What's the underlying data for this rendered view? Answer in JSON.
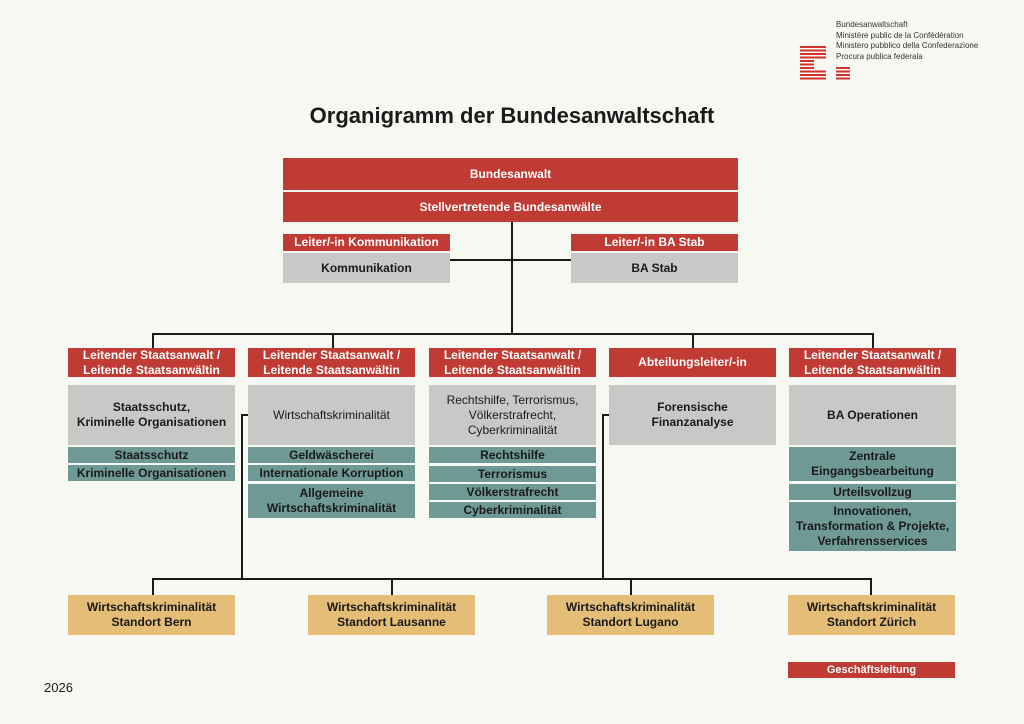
{
  "logo": {
    "lines": [
      "Bundesanwaltschaft",
      "Ministère public de la Confédération",
      "Ministero pubblico della Confederazione",
      "Procura publica federala"
    ]
  },
  "title": "Organigramm der Bundesanwaltschaft",
  "top": {
    "head": "Bundesanwalt",
    "deputies": "Stellvertretende Bundesanwälte"
  },
  "staff": [
    {
      "head": "Leiter/-in Kommunikation",
      "unit": "Kommunikation"
    },
    {
      "head": "Leiter/-in BA Stab",
      "unit": "BA Stab"
    }
  ],
  "divisions": [
    {
      "head": "Leitender Staatsanwalt /\nLeitende Staatsanwältin",
      "unit": "Staatsschutz,\nKriminelle Organisationen",
      "subunits": [
        "Staatsschutz",
        "Kriminelle Organisationen"
      ]
    },
    {
      "head": "Leitender Staatsanwalt /\nLeitende Staatsanwältin",
      "unit": "Wirtschaftskriminalität",
      "subunits": [
        "Geldwäscherei",
        "Internationale Korruption",
        "Allgemeine\nWirtschaftskriminalität"
      ]
    },
    {
      "head": "Leitender Staatsanwalt /\nLeitende Staatsanwältin",
      "unit": "Rechtshilfe, Terrorismus,\nVölkerstrafrecht,\nCyberkriminalität",
      "subunits": [
        "Rechtshilfe",
        "Terrorismus",
        "Völkerstrafrecht",
        "Cyberkriminalität"
      ]
    },
    {
      "head": "Abteilungsleiter/-in",
      "unit": "Forensische\nFinanzanalyse",
      "subunits": []
    },
    {
      "head": "Leitender Staatsanwalt /\nLeitende Staatsanwältin",
      "unit": "BA Operationen",
      "subunits": [
        "Zentrale\nEingangsbearbeitung",
        "Urteilsvollzug",
        "Innovationen,\nTransformation & Projekte,\nVerfahrensservices"
      ]
    }
  ],
  "locations": [
    "Wirtschaftskriminalität\nStandort Bern",
    "Wirtschaftskriminalität\nStandort Lausanne",
    "Wirtschaftskriminalität\nStandort Lugano",
    "Wirtschaftskriminalität\nStandort Zürich"
  ],
  "legend": {
    "label": "Geschäftsleitung"
  },
  "year": "2026",
  "colors": {
    "red": "#bf3b33",
    "gray": "#c8c9c6",
    "teal": "#6f9995",
    "gold": "#e4bd77"
  }
}
